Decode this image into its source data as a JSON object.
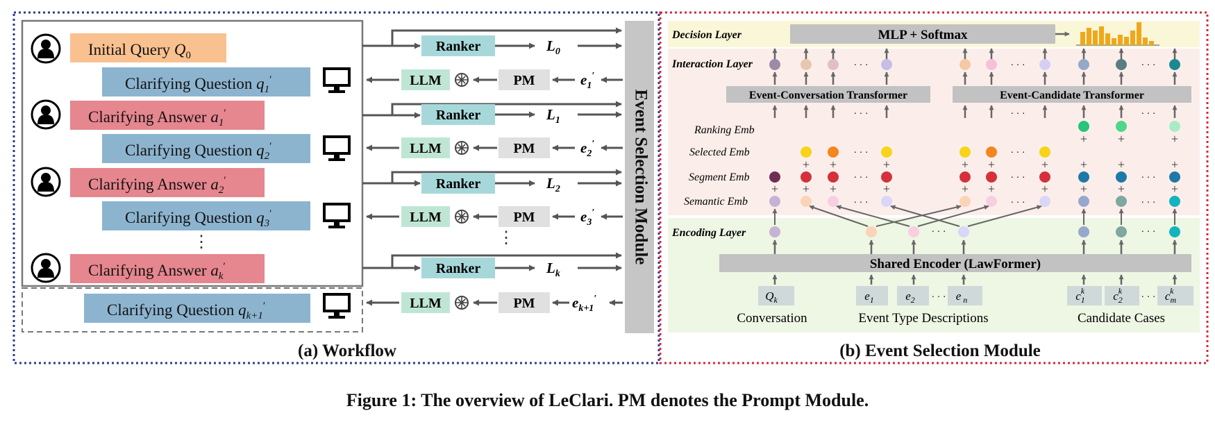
{
  "workflow": {
    "label": "(a) Workflow",
    "initial_query": "Initial Query ",
    "q_text": "Clarifying Question ",
    "a_text": "Clarifying Answer ",
    "sub_k": "k",
    "sub_k1": "k+1",
    "ranker": "Ranker",
    "llm": "LLM",
    "pm": "PM",
    "L": "L",
    "e": "e",
    "vdots": "⋮",
    "side": "Event Selection Module"
  },
  "esm": {
    "label": "(b) Event Selection Module",
    "decision_layer": "Decision Layer",
    "mlp": "MLP + Softmax",
    "interaction_layer": "Interaction Layer",
    "ect": "Event-Conversation Transformer",
    "ecand": "Event-Candidate Transformer",
    "ranking_emb": "Ranking Emb",
    "selected_emb": "Selected  Emb",
    "segment_emb": "Segment  Emb",
    "semantic_emb": "Semantic  Emb",
    "encoding_layer": "Encoding Layer",
    "shared_encoder": "Shared Encoder (LawFormer)",
    "conversation": "Conversation",
    "event_desc": "Event Type Descriptions",
    "candidates": "Candidate Cases",
    "dots": "· · ·",
    "plus": "+"
  },
  "caption": "Figure 1: The overview of LeClari. PM denotes the Prompt Module.",
  "colors": {
    "query": "#f9c18f",
    "answer": "#e6868f",
    "question": "#8db4cf",
    "ranker": "#a6d8da",
    "llm": "#bfe6d4",
    "pm": "#e0e0e0",
    "blue_border": "#2b3a8f",
    "red_border": "#d6283a"
  }
}
